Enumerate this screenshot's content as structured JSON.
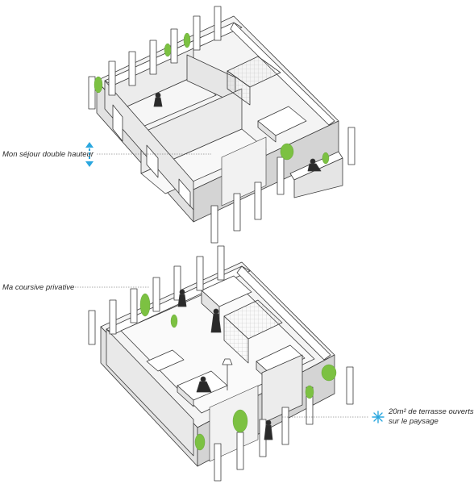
{
  "annotations": {
    "double_height": "Mon séjour double hauteur",
    "corridor": "Ma coursive privative",
    "terrace_line1": "20m² de terrasse ouverts",
    "terrace_line2": "sur le paysage"
  },
  "icons": {
    "double_height": "vertical-double-arrow-icon",
    "terrace": "sunburst-icon"
  },
  "colors": {
    "accent": "#2aa7df",
    "wall_top": "#ffffff",
    "wall_side": "#e9e9e9",
    "wall_shadow": "#d6d6d6",
    "outline": "#3a3a3a",
    "plant": "#7cc142"
  }
}
